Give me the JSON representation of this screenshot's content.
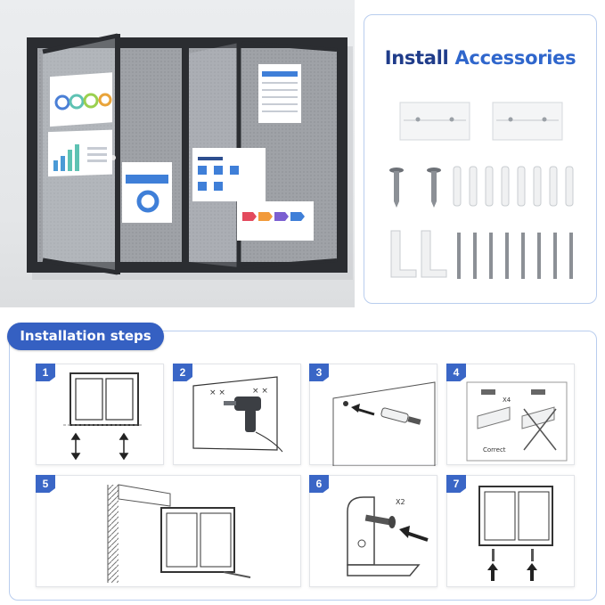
{
  "accessories": {
    "title_part1": "Install",
    "title_part2": "Accessories"
  },
  "steps": {
    "heading": "Installation steps",
    "items": [
      {
        "number": "1"
      },
      {
        "number": "2"
      },
      {
        "number": "3"
      },
      {
        "number": "4",
        "count_label": "X4",
        "correct_label": "Correct"
      },
      {
        "number": "5"
      },
      {
        "number": "6",
        "count_label": "X2"
      },
      {
        "number": "7"
      }
    ]
  },
  "colors": {
    "accent": "#3560c2",
    "title_dark": "#1f3c8a",
    "title_light": "#2f66cc",
    "panel_border": "#b9cdee",
    "frame": "#2b2d31",
    "board": "#9b9ea3"
  },
  "icons": [
    "drill-icon",
    "screw-icon",
    "anchor-icon",
    "bracket-icon",
    "arrow-icon",
    "cross-icon"
  ]
}
